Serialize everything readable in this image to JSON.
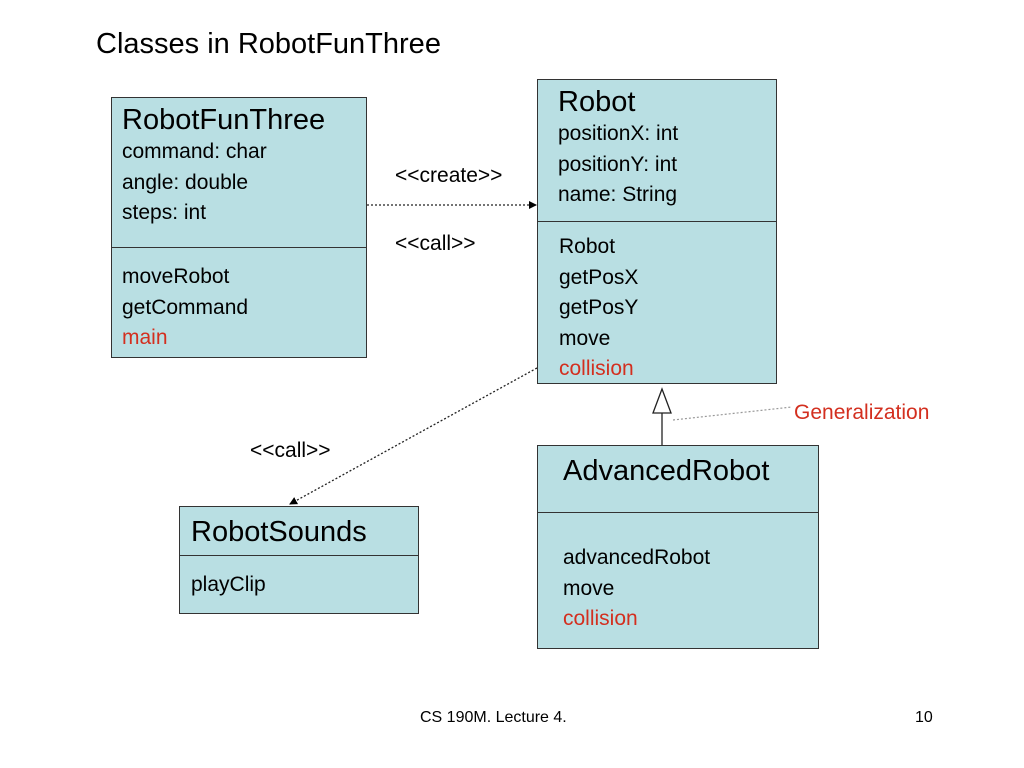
{
  "title": "Classes in RobotFunThree",
  "colors": {
    "class_fill": "#b9dfe3",
    "highlight": "#d32f1f",
    "border": "#333333"
  },
  "classes": {
    "robot_fun_three": {
      "name": "RobotFunThree",
      "attributes": [
        "command: char",
        "angle: double",
        "steps: int"
      ],
      "methods": [
        "moveRobot",
        "getCommand",
        "main"
      ]
    },
    "robot": {
      "name": "Robot",
      "attributes": [
        "positionX: int",
        "positionY: int",
        "name: String"
      ],
      "methods": [
        "Robot",
        "getPosX",
        "getPosY",
        "move",
        "collision"
      ]
    },
    "advanced_robot": {
      "name": "AdvancedRobot",
      "methods": [
        "advancedRobot",
        "move",
        "collision"
      ]
    },
    "robot_sounds": {
      "name": "RobotSounds",
      "methods": [
        "playClip"
      ]
    }
  },
  "relations": {
    "create_label": "<<create>>",
    "call_label_top": "<<call>>",
    "call_label_left": "<<call>>",
    "generalization_label": "Generalization"
  },
  "footer": {
    "course": "CS 190M. Lecture 4.",
    "page": "10"
  }
}
